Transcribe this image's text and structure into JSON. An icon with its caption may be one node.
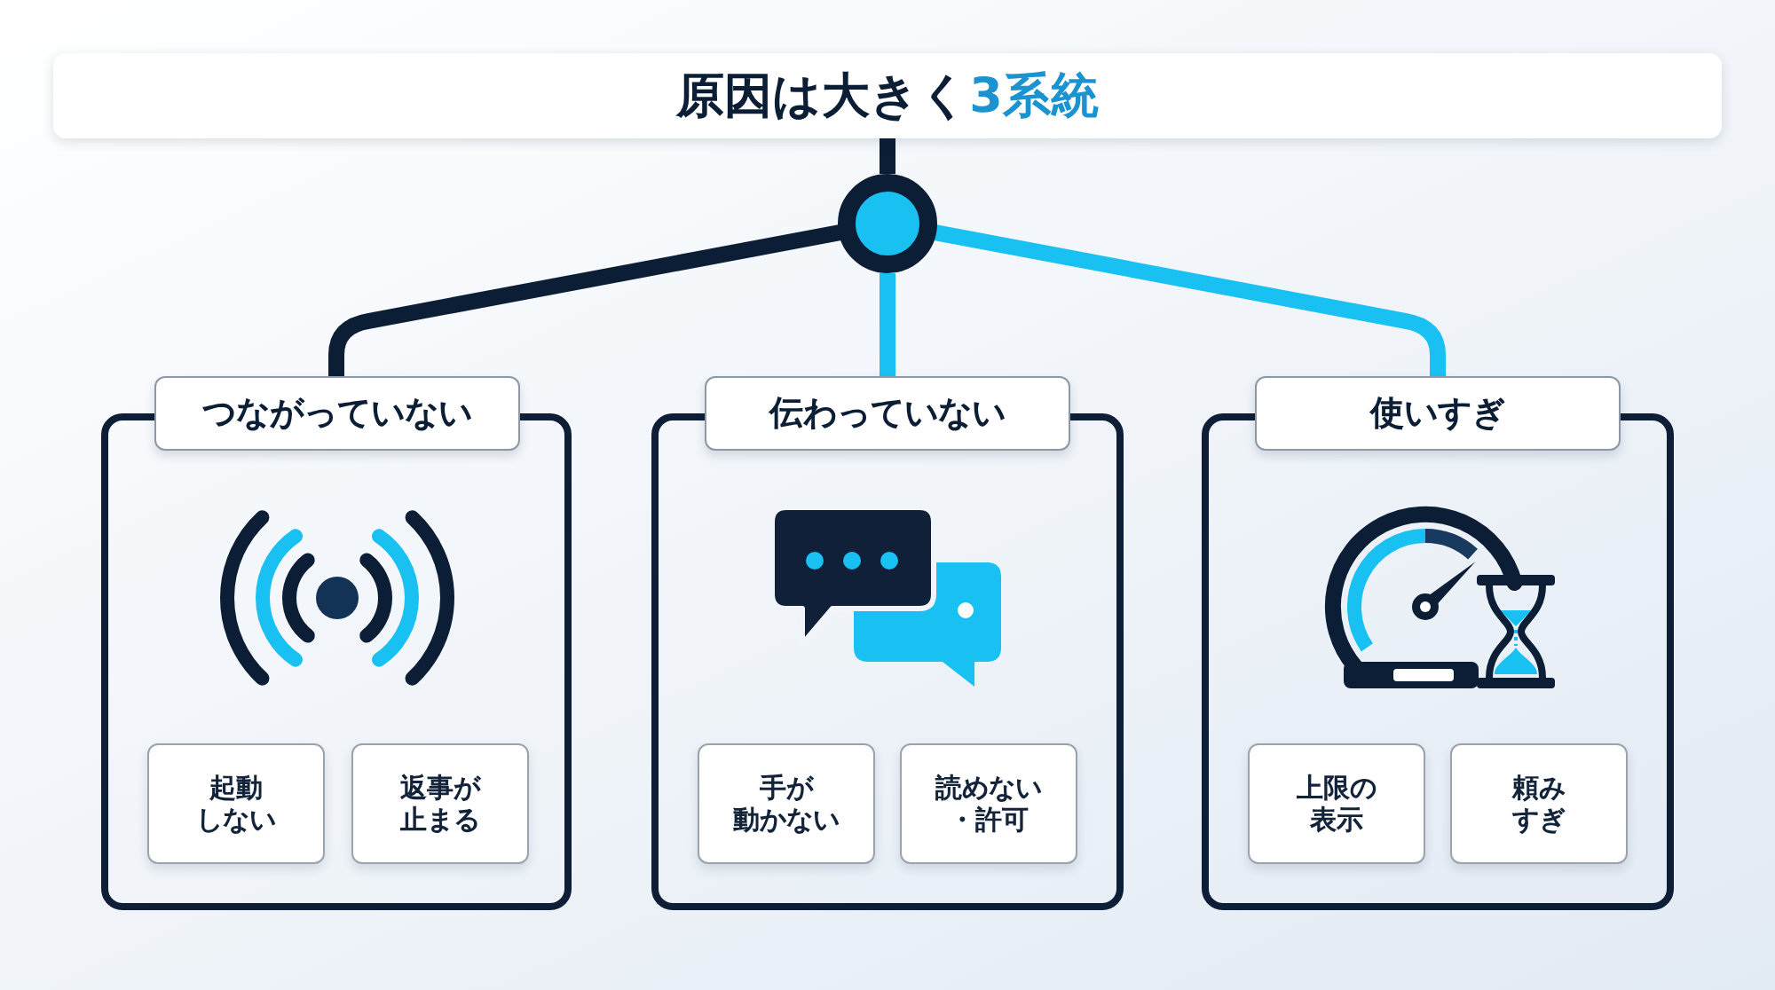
{
  "diagram": {
    "nodes": [
      {
        "text": [
          "原因は大きく3系統"
        ]
      },
      {
        "text": [],
        "shape": "circle"
      },
      {
        "text": [
          "つながっていない"
        ]
      },
      {
        "text": [
          "起動しない"
        ],
        "in": 2
      },
      {
        "text": [
          "返事が止まる"
        ],
        "in": 2
      },
      {
        "text": [
          "伝わっていない"
        ]
      },
      {
        "text": [
          "手が動かない"
        ],
        "in": 5
      },
      {
        "text": [
          "読めない・許可"
        ],
        "in": 5
      },
      {
        "text": [
          "使いすぎ"
        ]
      },
      {
        "text": [
          "上限の表示"
        ],
        "in": 8
      },
      {
        "text": [
          "頼みすぎ"
        ],
        "in": 8
      }
    ],
    "edges": [
      {
        "from": 0,
        "to": 1,
        "arrow": "none"
      },
      {
        "from": 1,
        "to": 2,
        "arrow": "none"
      },
      {
        "from": 1,
        "to": 5,
        "arrow": "none",
        "color": "#19c0f2"
      },
      {
        "from": 1,
        "to": 8,
        "arrow": "none",
        "color": "#19c0f2"
      }
    ]
  }
}
